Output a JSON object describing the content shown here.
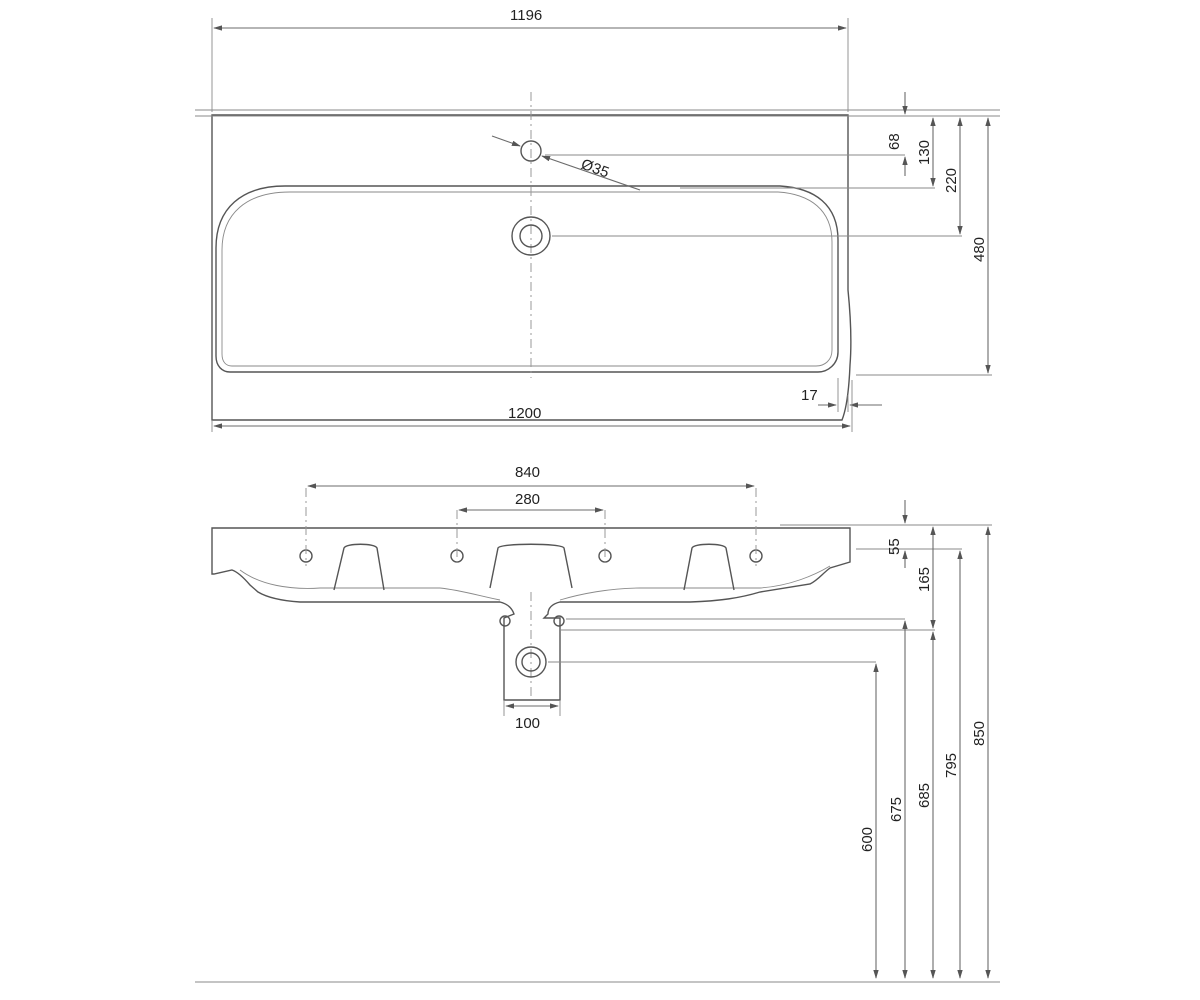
{
  "diagram": {
    "top_view": {
      "overall_top_width": "1196",
      "overall_bottom_width": "1200",
      "tap_hole_diameter": "Ø35",
      "rim_inset": "17",
      "tap_hole_offset": "68",
      "basin_front_offset": "130",
      "waste_offset": "220",
      "overall_depth": "480"
    },
    "side_view": {
      "fixing_spacing_outer": "840",
      "fixing_spacing_inner": "280",
      "trap_width": "100",
      "rim_thickness": "55",
      "bowl_depth": "165",
      "fixing_height": "600",
      "waste_height": "675",
      "trap_base_height": "685",
      "bowl_underside_height": "795",
      "rim_height": "850"
    },
    "colors": {
      "line": "#6b6b6b",
      "object": "#555555",
      "text": "#222222"
    }
  }
}
